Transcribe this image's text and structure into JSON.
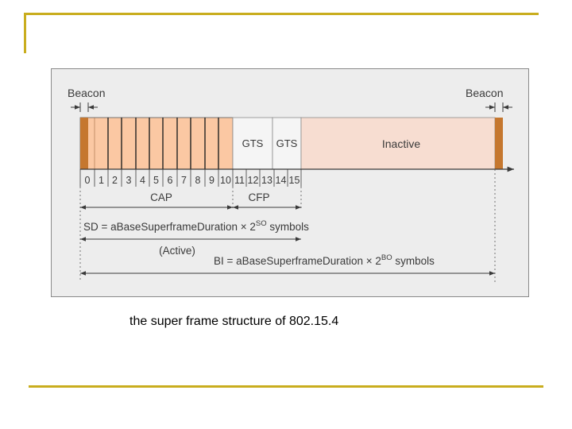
{
  "diagram": {
    "beacon_left": "Beacon",
    "beacon_right": "Beacon",
    "gts_1": "GTS",
    "gts_2": "GTS",
    "inactive": "Inactive",
    "slots": [
      "0",
      "1",
      "2",
      "3",
      "4",
      "5",
      "6",
      "7",
      "8",
      "9",
      "10",
      "11",
      "12",
      "13",
      "14",
      "15"
    ],
    "cap": "CAP",
    "cfp": "CFP",
    "sd_formula": "SD = aBaseSuperframeDuration × 2",
    "sd_exp": "SO",
    "sd_unit": " symbols",
    "active": "(Active)",
    "bi_formula": "BI = aBaseSuperframeDuration × 2",
    "bi_exp": "BO",
    "bi_unit": " symbols"
  },
  "caption": "the super frame structure of 802.15.4",
  "colors": {
    "slot_fill": "#fbc8a3",
    "inactive_fill": "#f7ddd1",
    "gts_fill": "#f5f5f5",
    "beacon_fill": "#c5772f",
    "accent_line": "#c9ad1e"
  }
}
